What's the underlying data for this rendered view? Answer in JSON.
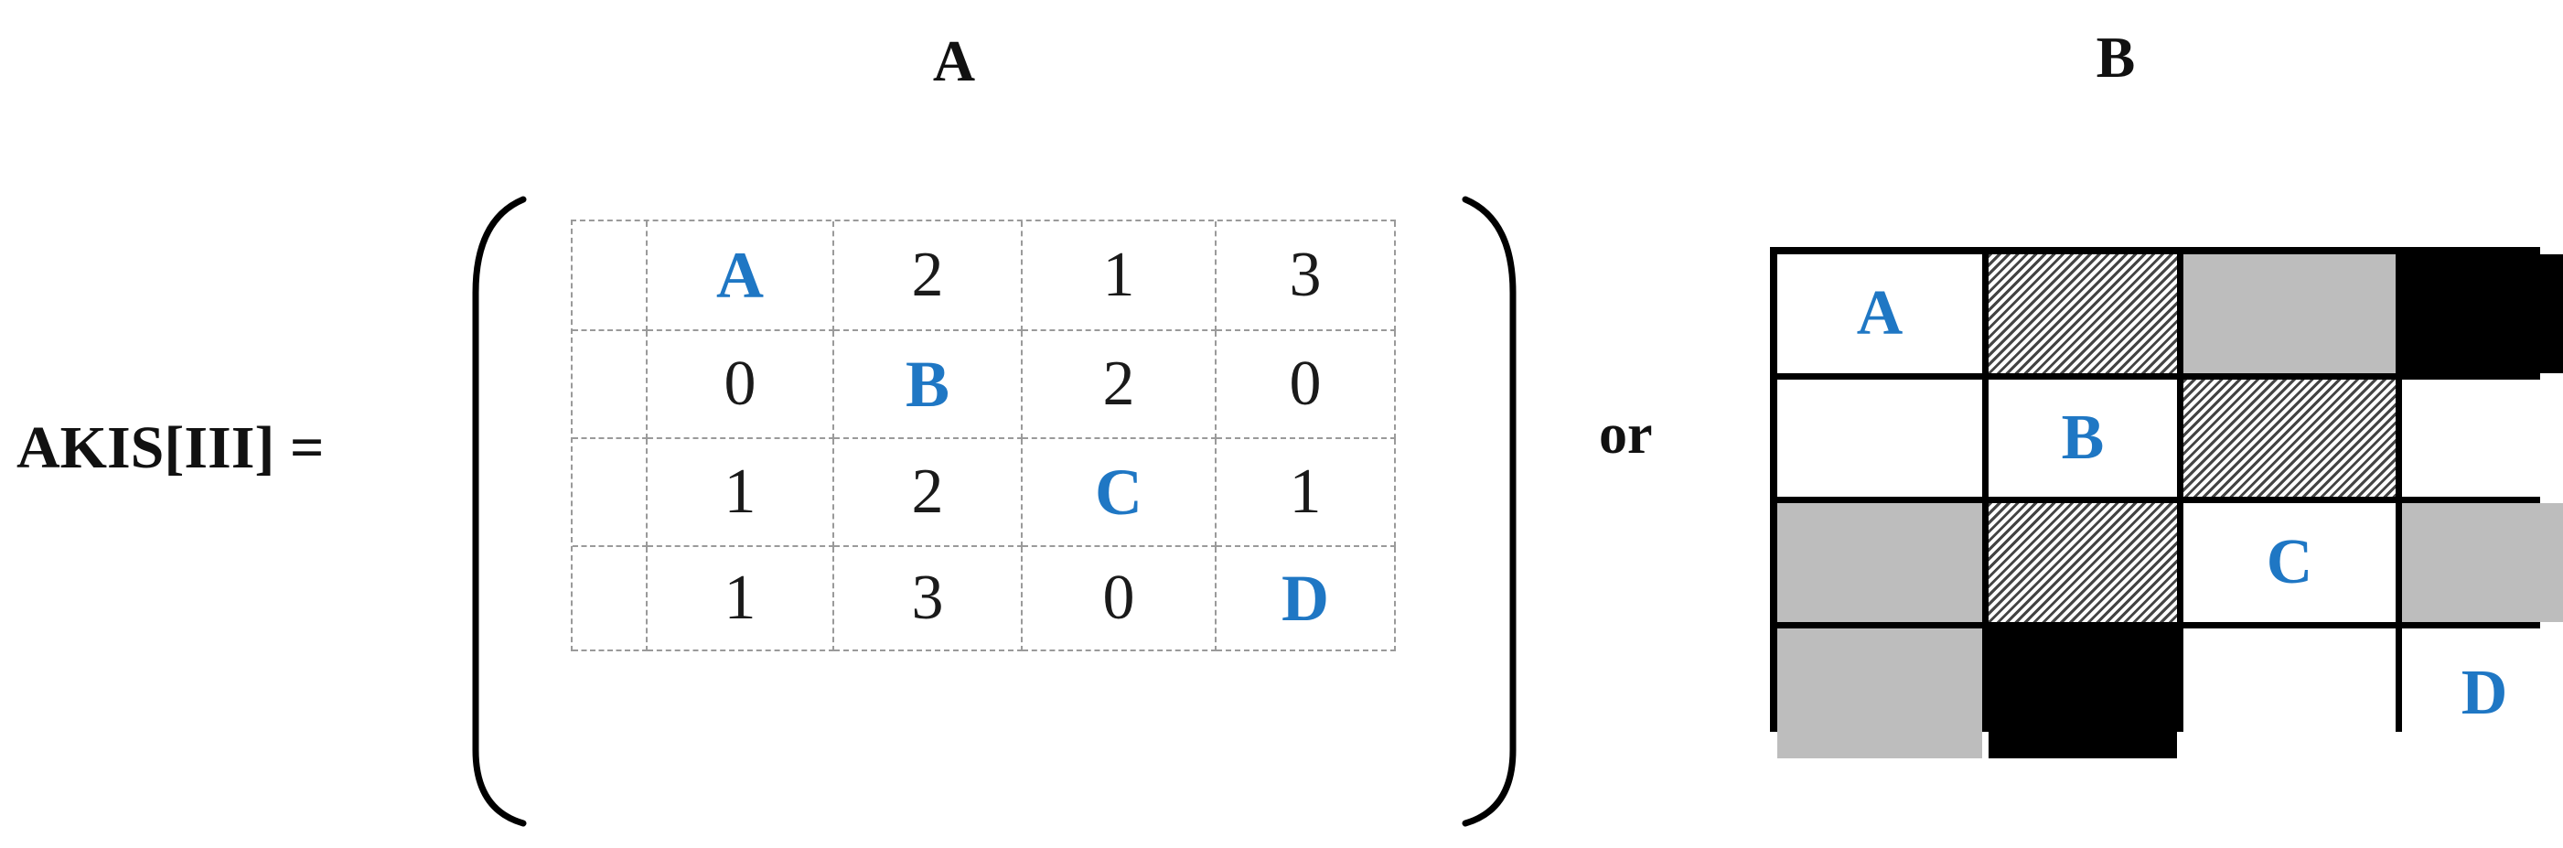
{
  "panel_labels": {
    "left": "A",
    "right": "B"
  },
  "equation_label": "AKIS[III] =",
  "connector": "or",
  "matrix": {
    "rows": [
      [
        "",
        "A",
        "2",
        "1",
        "3"
      ],
      [
        "",
        "0",
        "B",
        "2",
        "0"
      ],
      [
        "",
        "1",
        "2",
        "C",
        "1"
      ],
      [
        "",
        "1",
        "3",
        "0",
        "D"
      ]
    ],
    "diagonal_color": "#1f77c4"
  },
  "pattern": {
    "cells": [
      [
        {
          "fill": "white",
          "label": "A"
        },
        {
          "fill": "hatch",
          "label": ""
        },
        {
          "fill": "gray",
          "label": ""
        },
        {
          "fill": "black",
          "label": ""
        }
      ],
      [
        {
          "fill": "white",
          "label": ""
        },
        {
          "fill": "white",
          "label": "B"
        },
        {
          "fill": "hatch",
          "label": ""
        },
        {
          "fill": "white",
          "label": ""
        }
      ],
      [
        {
          "fill": "gray",
          "label": ""
        },
        {
          "fill": "hatch",
          "label": ""
        },
        {
          "fill": "white",
          "label": "C"
        },
        {
          "fill": "gray",
          "label": ""
        }
      ],
      [
        {
          "fill": "gray",
          "label": ""
        },
        {
          "fill": "black",
          "label": ""
        },
        {
          "fill": "white",
          "label": ""
        },
        {
          "fill": "white",
          "label": "D"
        }
      ]
    ],
    "colors": {
      "gray": "#bdbdbd",
      "black": "#000000",
      "white": "#ffffff",
      "label": "#1f77c4"
    }
  }
}
